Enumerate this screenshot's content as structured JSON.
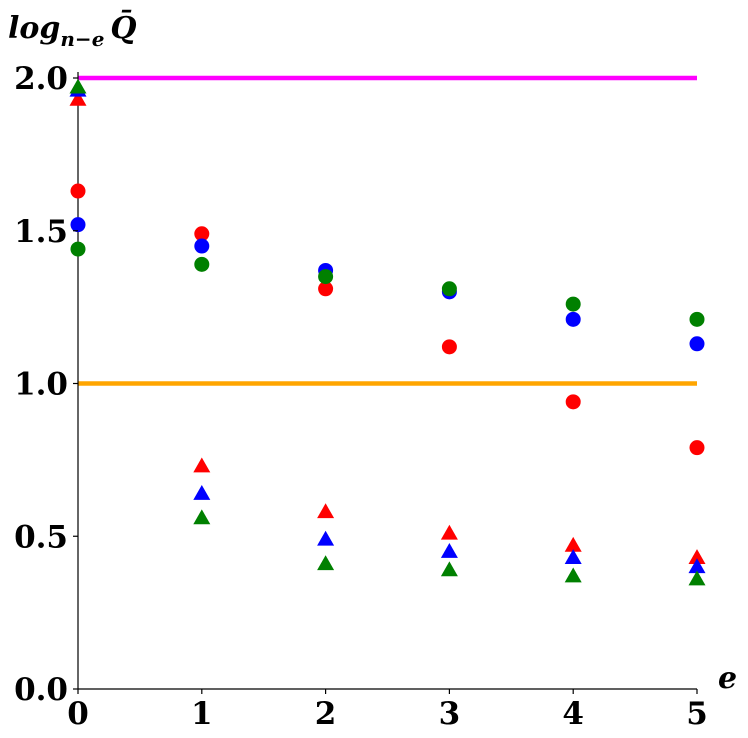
{
  "chart_data": {
    "type": "scatter",
    "title": "",
    "xlabel": "e",
    "ylabel": {
      "base": "log",
      "subscript": "n−e",
      "symbol": "Q̄"
    },
    "xlim": [
      0,
      5
    ],
    "ylim": [
      0,
      2
    ],
    "xticks": [
      "0",
      "1",
      "2",
      "3",
      "4",
      "5"
    ],
    "yticks": [
      "0.0",
      "0.5",
      "1.0",
      "1.5",
      "2.0"
    ],
    "grid": false,
    "legend": "none",
    "reference_lines": [
      {
        "y": 2.0,
        "color": "#ff00ff"
      },
      {
        "y": 1.0,
        "color": "#ffa500"
      }
    ],
    "series": [
      {
        "marker": "circle",
        "color": "#ff0000",
        "x": [
          0,
          1,
          2,
          3,
          4,
          5
        ],
        "y": [
          1.63,
          1.49,
          1.31,
          1.12,
          0.94,
          0.79
        ]
      },
      {
        "marker": "circle",
        "color": "#0000ff",
        "x": [
          0,
          1,
          2,
          3,
          4,
          5
        ],
        "y": [
          1.52,
          1.45,
          1.37,
          1.3,
          1.21,
          1.13
        ]
      },
      {
        "marker": "circle",
        "color": "#008000",
        "x": [
          0,
          1,
          2,
          3,
          4,
          5
        ],
        "y": [
          1.44,
          1.39,
          1.35,
          1.31,
          1.26,
          1.21
        ]
      },
      {
        "marker": "triangle",
        "color": "#ff0000",
        "x": [
          0,
          1,
          2,
          3,
          4,
          5
        ],
        "y": [
          1.93,
          0.73,
          0.58,
          0.51,
          0.47,
          0.43
        ]
      },
      {
        "marker": "triangle",
        "color": "#0000ff",
        "x": [
          0,
          1,
          2,
          3,
          4,
          5
        ],
        "y": [
          1.96,
          0.64,
          0.49,
          0.45,
          0.43,
          0.4
        ]
      },
      {
        "marker": "triangle",
        "color": "#008000",
        "x": [
          0,
          1,
          2,
          3,
          4,
          5
        ],
        "y": [
          1.97,
          0.56,
          0.41,
          0.39,
          0.37,
          0.36
        ]
      }
    ]
  }
}
